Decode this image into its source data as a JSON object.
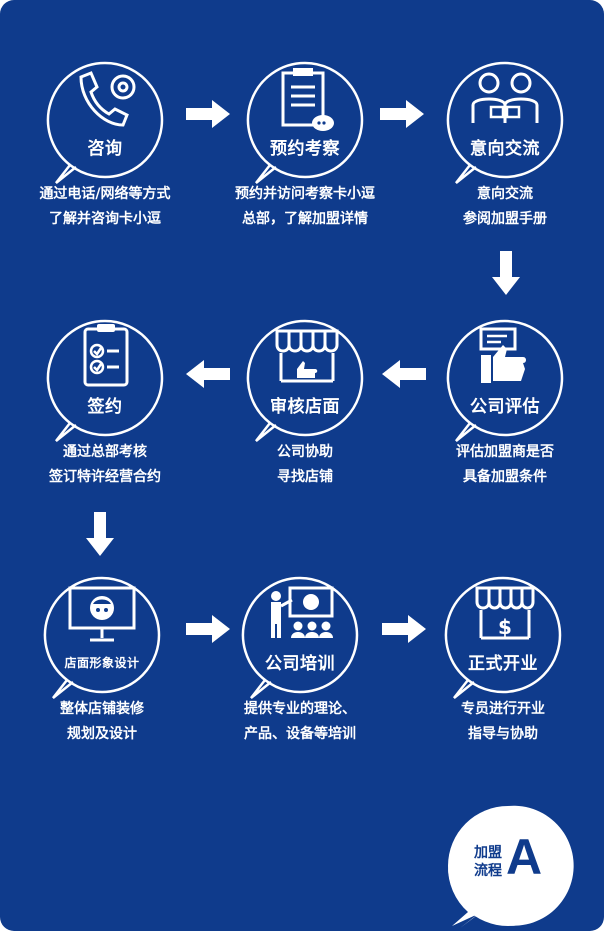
{
  "steps": [
    {
      "title": "咨询",
      "desc": [
        "通过电话/网络等方式",
        "了解并咨询卡小逗"
      ],
      "icon": "phone-icon"
    },
    {
      "title": "预约考察",
      "desc": [
        "预约并访问考察卡小逗",
        "总部，了解加盟详情"
      ],
      "icon": "clipboard-icon"
    },
    {
      "title": "意向交流",
      "desc": [
        "意向交流",
        "参阅加盟手册"
      ],
      "icon": "people-icon"
    },
    {
      "title": "公司评估",
      "desc": [
        "评估加盟商是否",
        "具备加盟条件"
      ],
      "icon": "thumbs-up-icon"
    },
    {
      "title": "审核店面",
      "desc": [
        "公司协助",
        "寻找店铺"
      ],
      "icon": "storefront-icon"
    },
    {
      "title": "签约",
      "desc": [
        "通过总部考核",
        "签订特许经营合约"
      ],
      "icon": "checklist-icon"
    },
    {
      "title": "店面形象设计",
      "desc": [
        "整体店铺装修",
        "规划及设计"
      ],
      "icon": "monitor-icon"
    },
    {
      "title": "公司培训",
      "desc": [
        "提供专业的理论、",
        "产品、设备等培训"
      ],
      "icon": "training-icon"
    },
    {
      "title": "正式开业",
      "desc": [
        "专员进行开业",
        "指导与协助"
      ],
      "icon": "shop-dollar-icon"
    }
  ],
  "badge": {
    "line1": "加盟",
    "line2": "流程",
    "letter": "A"
  },
  "colors": {
    "background": "#0f3b8c",
    "foreground": "#ffffff"
  }
}
